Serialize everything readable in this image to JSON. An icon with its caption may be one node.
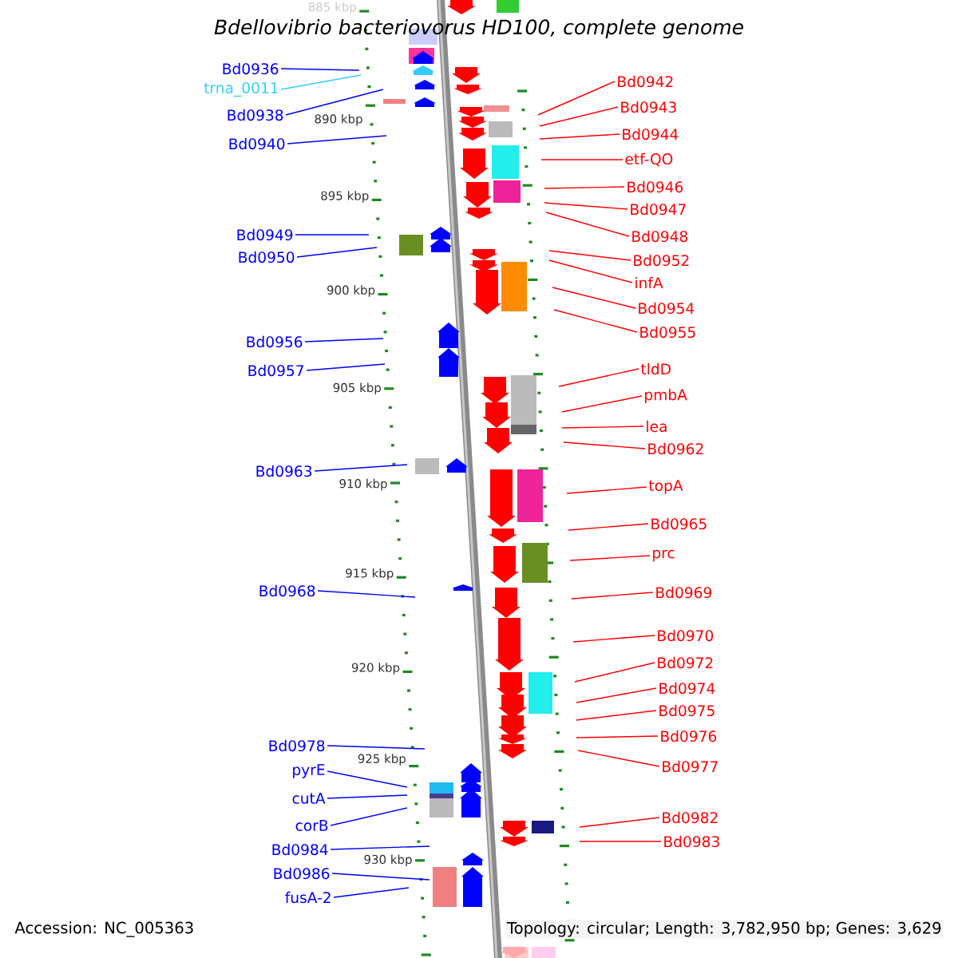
{
  "diagram": {
    "title": "Bdellovibrio bacteriovorus HD100, complete genome",
    "nodes": [
      {
        "text": [
          "Bd0936"
        ]
      },
      {
        "text": [
          "trna_0011"
        ]
      },
      {
        "text": [
          "Bd0938"
        ]
      },
      {
        "text": [
          "Bd0940"
        ]
      },
      {
        "text": [
          "Bd0949"
        ]
      },
      {
        "text": [
          "Bd0950"
        ]
      },
      {
        "text": [
          "Bd0956"
        ]
      },
      {
        "text": [
          "Bd0957"
        ]
      },
      {
        "text": [
          "Bd0963"
        ]
      },
      {
        "text": [
          "Bd0968"
        ]
      },
      {
        "text": [
          "Bd0978"
        ]
      },
      {
        "text": [
          "pyrE"
        ]
      },
      {
        "text": [
          "cutA"
        ]
      },
      {
        "text": [
          "corB"
        ]
      },
      {
        "text": [
          "Bd0984"
        ]
      },
      {
        "text": [
          "Bd0986"
        ]
      },
      {
        "text": [
          "fusA-2"
        ]
      },
      {
        "text": [
          "Bd0942"
        ]
      },
      {
        "text": [
          "Bd0943"
        ]
      },
      {
        "text": [
          "Bd0944"
        ]
      },
      {
        "text": [
          "etf-QO"
        ]
      },
      {
        "text": [
          "Bd0946"
        ]
      },
      {
        "text": [
          "Bd0947"
        ]
      },
      {
        "text": [
          "Bd0948"
        ]
      },
      {
        "text": [
          "Bd0952"
        ]
      },
      {
        "text": [
          "infA"
        ]
      },
      {
        "text": [
          "Bd0954"
        ]
      },
      {
        "text": [
          "Bd0955"
        ]
      },
      {
        "text": [
          "tldD"
        ]
      },
      {
        "text": [
          "pmbA"
        ]
      },
      {
        "text": [
          "lea"
        ]
      },
      {
        "text": [
          "Bd0962"
        ]
      },
      {
        "text": [
          "topA"
        ]
      },
      {
        "text": [
          "Bd0965"
        ]
      },
      {
        "text": [
          "prc"
        ]
      },
      {
        "text": [
          "Bd0969"
        ]
      },
      {
        "text": [
          "Bd0970"
        ]
      },
      {
        "text": [
          "Bd0972"
        ]
      },
      {
        "text": [
          "Bd0974"
        ]
      },
      {
        "text": [
          "Bd0975"
        ]
      },
      {
        "text": [
          "Bd0976"
        ]
      },
      {
        "text": [
          "Bd0977"
        ]
      },
      {
        "text": [
          "Bd0982"
        ]
      },
      {
        "text": [
          "Bd0983"
        ]
      }
    ],
    "edges": [
      {
        "from": 0,
        "to": null,
        "arrow": "none",
        "color": "#0000ff"
      },
      {
        "from": 1,
        "to": null,
        "arrow": "none",
        "color": "#33ccff"
      },
      {
        "from": 2,
        "to": null,
        "arrow": "none",
        "color": "#0000ff"
      },
      {
        "from": 3,
        "to": null,
        "arrow": "none",
        "color": "#0000ff"
      },
      {
        "from": 4,
        "to": null,
        "arrow": "none",
        "color": "#0000ff"
      },
      {
        "from": 5,
        "to": null,
        "arrow": "none",
        "color": "#0000ff"
      },
      {
        "from": 6,
        "to": null,
        "arrow": "none",
        "color": "#0000ff"
      },
      {
        "from": 7,
        "to": null,
        "arrow": "none",
        "color": "#0000ff"
      },
      {
        "from": 8,
        "to": null,
        "arrow": "none",
        "color": "#0000ff"
      },
      {
        "from": 9,
        "to": null,
        "arrow": "none",
        "color": "#0000ff"
      },
      {
        "from": 10,
        "to": null,
        "arrow": "none",
        "color": "#0000ff"
      },
      {
        "from": 11,
        "to": null,
        "arrow": "none",
        "color": "#0000ff"
      },
      {
        "from": 12,
        "to": null,
        "arrow": "none",
        "color": "#0000ff"
      },
      {
        "from": 13,
        "to": null,
        "arrow": "none",
        "color": "#0000ff"
      },
      {
        "from": 14,
        "to": null,
        "arrow": "none",
        "color": "#0000ff"
      },
      {
        "from": 15,
        "to": null,
        "arrow": "none",
        "color": "#0000ff"
      },
      {
        "from": 16,
        "to": null,
        "arrow": "none",
        "color": "#0000ff"
      },
      {
        "from": 17,
        "to": null,
        "arrow": "none"
      },
      {
        "from": 18,
        "to": null,
        "arrow": "none"
      },
      {
        "from": 19,
        "to": null,
        "arrow": "none"
      },
      {
        "from": 20,
        "to": null,
        "arrow": "none"
      },
      {
        "from": 21,
        "to": null,
        "arrow": "none"
      },
      {
        "from": 22,
        "to": null,
        "arrow": "none"
      },
      {
        "from": 23,
        "to": null,
        "arrow": "none"
      },
      {
        "from": 24,
        "to": null,
        "arrow": "none"
      },
      {
        "from": 25,
        "to": null,
        "arrow": "none"
      },
      {
        "from": 26,
        "to": null,
        "arrow": "none"
      },
      {
        "from": 27,
        "to": null,
        "arrow": "none"
      },
      {
        "from": 28,
        "to": null,
        "arrow": "none"
      },
      {
        "from": 29,
        "to": null,
        "arrow": "none"
      },
      {
        "from": 30,
        "to": null,
        "arrow": "none"
      },
      {
        "from": 31,
        "to": null,
        "arrow": "none"
      },
      {
        "from": 32,
        "to": null,
        "arrow": "none"
      },
      {
        "from": 33,
        "to": null,
        "arrow": "none"
      },
      {
        "from": 34,
        "to": null,
        "arrow": "none"
      },
      {
        "from": 35,
        "to": null,
        "arrow": "none"
      },
      {
        "from": 36,
        "to": null,
        "arrow": "none"
      },
      {
        "from": 37,
        "to": null,
        "arrow": "none"
      },
      {
        "from": 38,
        "to": null,
        "arrow": "none"
      },
      {
        "from": 39,
        "to": null,
        "arrow": "none"
      },
      {
        "from": 40,
        "to": null,
        "arrow": "none"
      },
      {
        "from": 41,
        "to": null,
        "arrow": "none"
      },
      {
        "from": 42,
        "to": null,
        "arrow": "none"
      },
      {
        "from": 43,
        "to": null,
        "arrow": "none"
      }
    ],
    "labels": [
      "885 kbp",
      "890 kbp",
      "895 kbp",
      "900 kbp",
      "905 kbp",
      "910 kbp",
      "915 kbp",
      "920 kbp",
      "925 kbp",
      "930 kbp",
      "Accession: NC_005363",
      "Topology: circular; Length: 3,782,950 bp; Genes: 3,629"
    ]
  }
}
